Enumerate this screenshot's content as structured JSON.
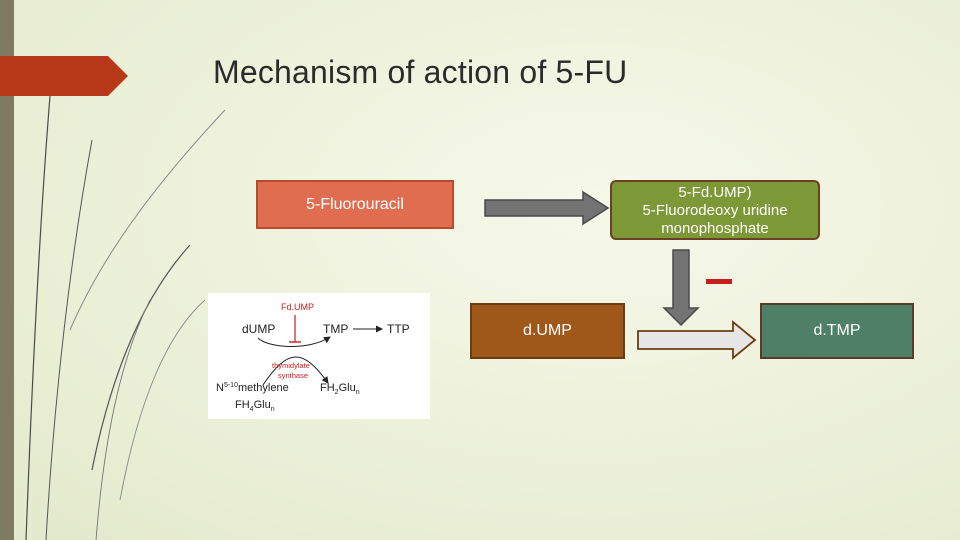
{
  "slide": {
    "title": "Mechanism of action of 5-FU"
  },
  "boxes": {
    "fluorouracil": "5-Fluorouracil",
    "fdump": "5-Fd.UMP)\n5-Fluorodeoxy uridine\nmonophosphate",
    "dump": "d.UMP",
    "dtmp": "d.TMP"
  },
  "pathway": {
    "fdump": "Fd.UMP",
    "dump": "dUMP",
    "tmp": "TMP",
    "ttp": "TTP",
    "enzyme_line1": "thymidylate",
    "enzyme_line2": "synthase",
    "n510_prefix": "N",
    "n510_sup": "5-10",
    "n510_rest": "methylene",
    "fh2_prefix": "FH",
    "fh2_sub": "2",
    "fh2_rest": "Glu",
    "fh2_sub2": "n",
    "fh4_prefix": "FH",
    "fh4_sub": "4",
    "fh4_rest": "Glu",
    "fh4_sub2": "n"
  },
  "colors": {
    "fluorouracil_box": "#e06d4f",
    "fdump_box": "#7d9836",
    "dump_box": "#a0581a",
    "dtmp_box": "#4e8068",
    "arrow_gray": "#737373",
    "arrow_light": "#e6e6e6",
    "inhibit_red": "#c81d1d",
    "title_tab": "#b8391a"
  }
}
